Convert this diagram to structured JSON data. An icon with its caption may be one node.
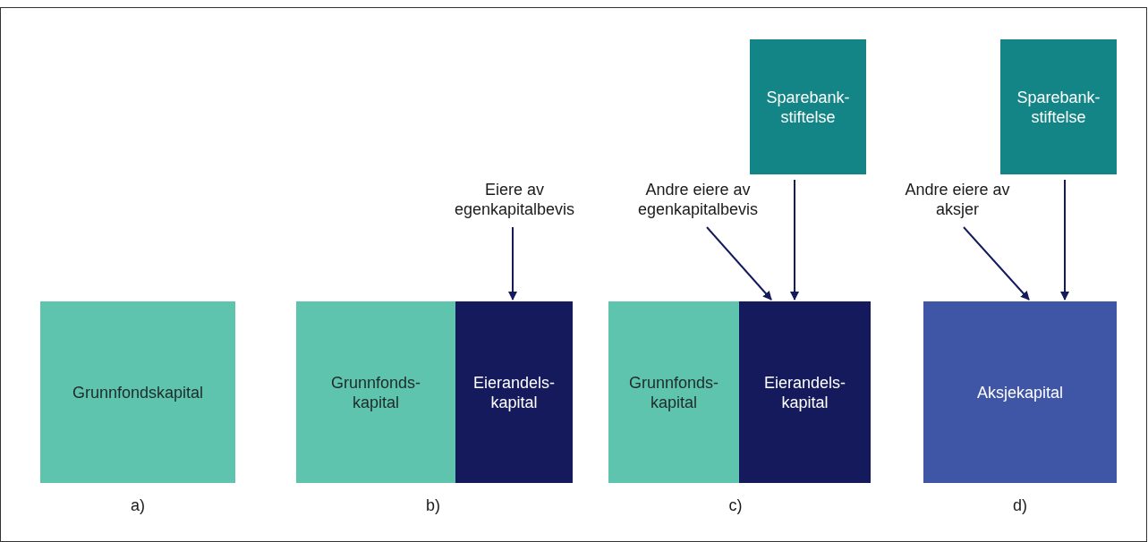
{
  "diagram": {
    "nodes": [
      {
        "text": [
          "Grunnfondskapital"
        ]
      },
      {
        "text": [
          "Grunnfonds- kapital"
        ]
      },
      {
        "text": [
          "Eierandels- kapital"
        ]
      },
      {
        "text": [
          "Eiere av egenkapitalbevis"
        ]
      },
      {
        "text": [
          "Grunnfonds- kapital"
        ]
      },
      {
        "text": [
          "Eierandels- kapital"
        ]
      },
      {
        "text": [
          "Sparebank- stiftelse"
        ]
      },
      {
        "text": [
          "Andre eiere av egenkapitalbevis"
        ]
      },
      {
        "text": [
          "Aksjekapital"
        ]
      },
      {
        "text": [
          "Sparebank- stiftelse"
        ]
      },
      {
        "text": [
          "Andre eiere av aksjer"
        ]
      }
    ],
    "edges": [
      {
        "from": 3,
        "to": 2,
        "arrow": "to"
      },
      {
        "from": 7,
        "to": 5,
        "arrow": "to"
      },
      {
        "from": 6,
        "to": 5,
        "arrow": "to"
      },
      {
        "from": 10,
        "to": 8,
        "arrow": "to"
      },
      {
        "from": 9,
        "to": 8,
        "arrow": "to"
      }
    ],
    "labels": [
      "a)",
      "b)",
      "c)",
      "d)"
    ]
  }
}
